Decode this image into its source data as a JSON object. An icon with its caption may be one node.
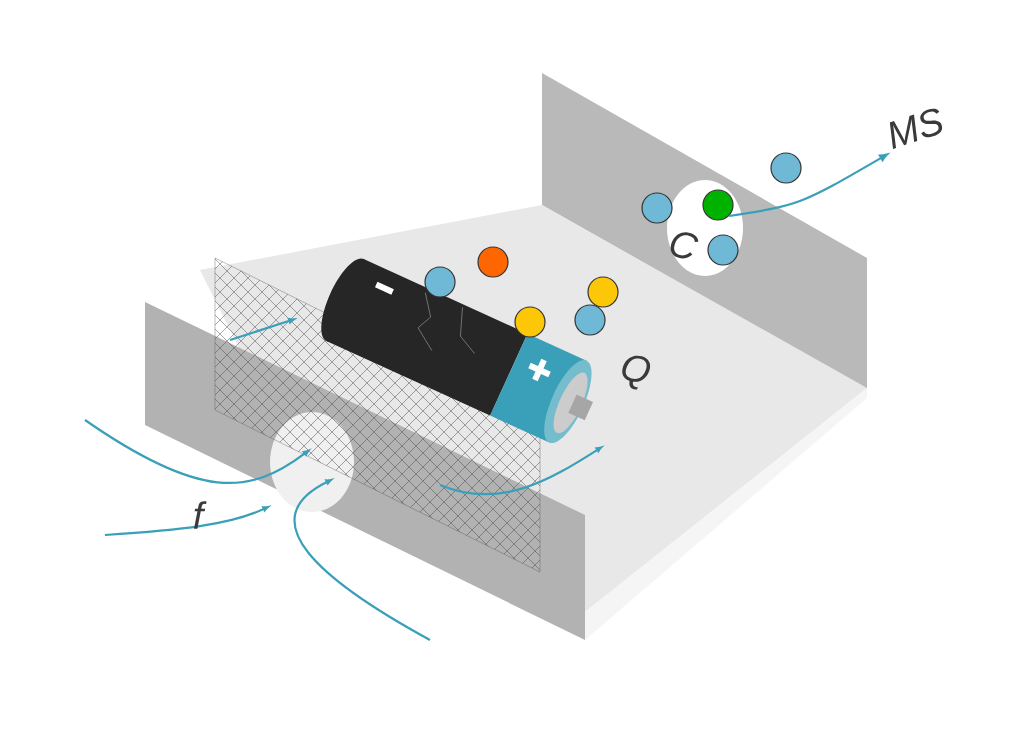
{
  "diagram": {
    "nodes": [
      {
        "text": [],
        "shape": "circle"
      },
      {
        "text": [
          "MS"
        ]
      }
    ],
    "edges": [
      {
        "from": 0,
        "to": 1,
        "arrow": "to"
      }
    ],
    "labels": [
      "f",
      "Q",
      "C"
    ]
  }
}
